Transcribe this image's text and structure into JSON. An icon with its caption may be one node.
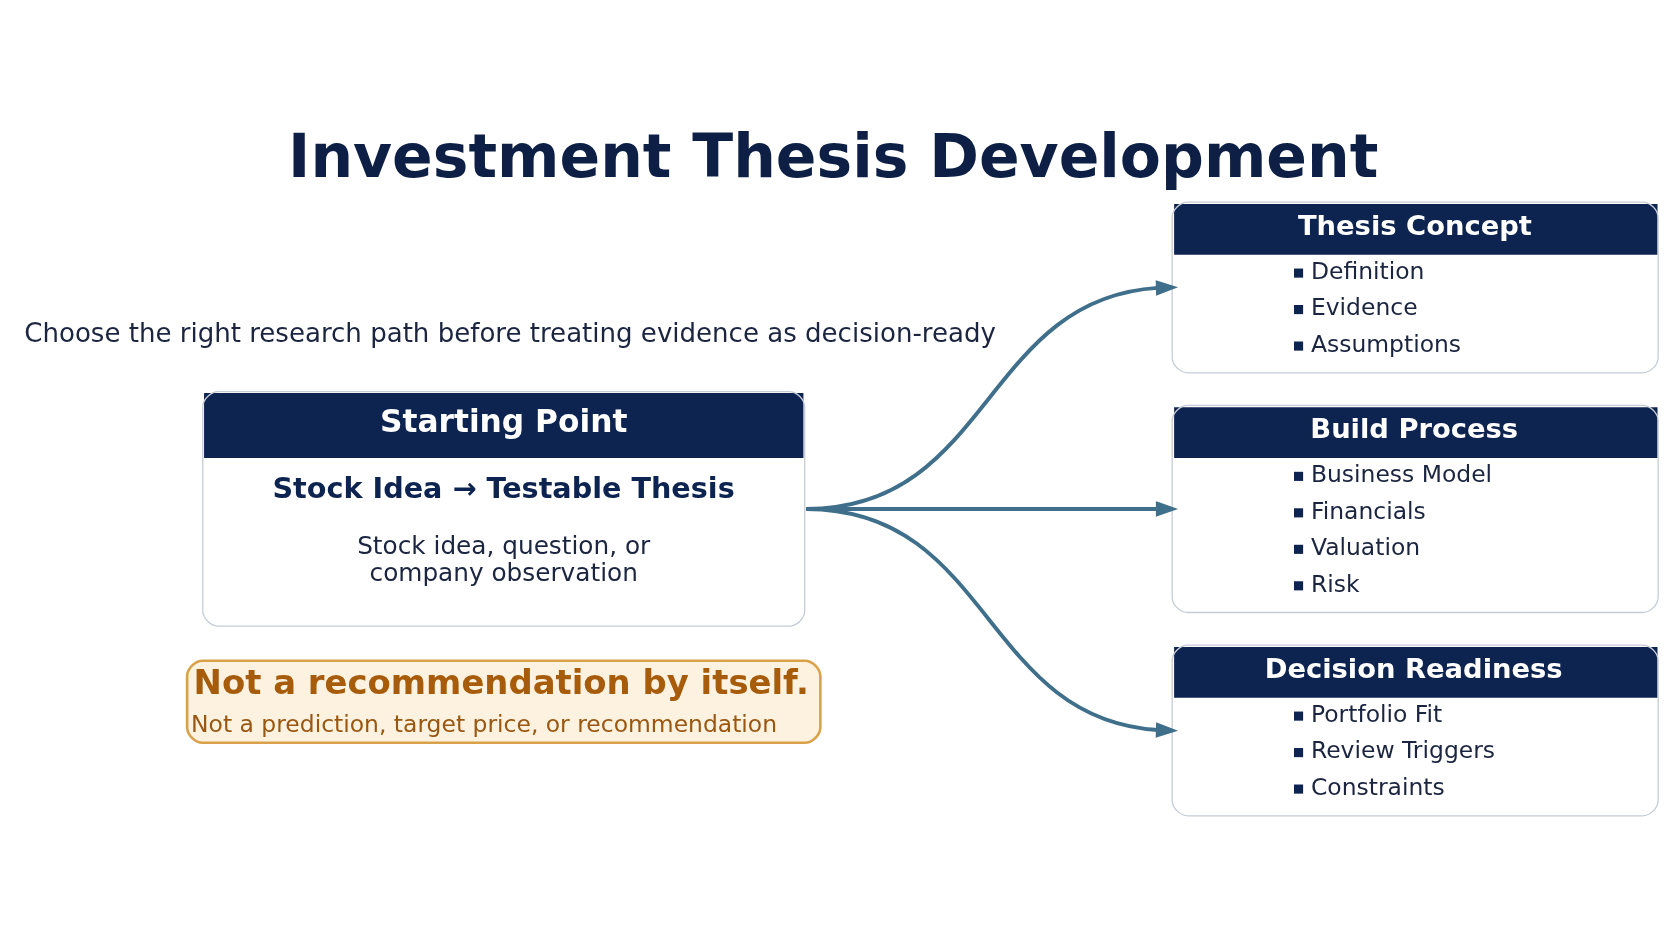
{
  "diagram": {
    "title": "Investment Thesis Development",
    "nodes": [
      {
        "text": [
          "Starting Point",
          "Stock Idea → Testable Thesis",
          "Stock idea, question, or company observation"
        ]
      },
      {
        "text": [
          "Thesis Concept",
          "Definition",
          "Evidence",
          "Assumptions"
        ]
      },
      {
        "text": [
          "Build Process",
          "Business Model",
          "Financials",
          "Valuation",
          "Risk"
        ]
      },
      {
        "text": [
          "Decision Readiness",
          "Portfolio Fit",
          "Review Triggers",
          "Constraints"
        ]
      },
      {
        "text": [
          "Not a recommendation by itself.",
          "Not a prediction, target price, or recommendation"
        ]
      }
    ],
    "edges": [
      {
        "from": 0,
        "to": 1,
        "arrow": "to"
      },
      {
        "from": 0,
        "to": 2,
        "arrow": "to"
      },
      {
        "from": 0,
        "to": 3,
        "arrow": "to"
      }
    ],
    "labels": [
      "Choose the right research path before treating evidence as decision-ready"
    ]
  }
}
